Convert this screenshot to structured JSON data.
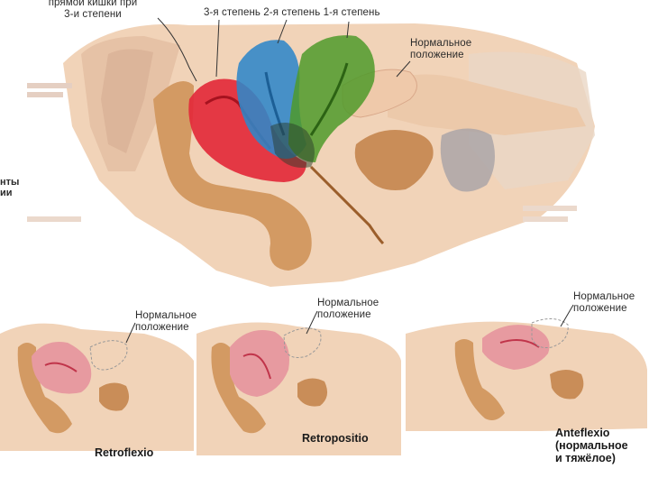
{
  "main_figure": {
    "label_top_left": "прямой кишки при\n3-и степени",
    "label_degrees": "3-я степень 2-я степень 1-я степень",
    "label_normal": "Нормальное\nположение",
    "left_edge_text": "нты\nии"
  },
  "panels": [
    {
      "normal_label": "Нормальное\nположение",
      "caption": "Retroflexio"
    },
    {
      "normal_label": "Нормальное\nположение",
      "caption": "Retropositio"
    },
    {
      "normal_label": "Нормальное\nположение",
      "caption": "Anteflexio\n(нормальное\nи тяжёлое)"
    }
  ],
  "colors": {
    "background": "#ffffff",
    "skin": "#f0d2b6",
    "tissue": "#e4b48d",
    "rectum": "#c9884f",
    "uterus_normal": "#e79aa0",
    "degree3": "#e32a3a",
    "degree2": "#2f86c8",
    "degree1": "#4f9a2a",
    "label": "#2b2b2b"
  }
}
